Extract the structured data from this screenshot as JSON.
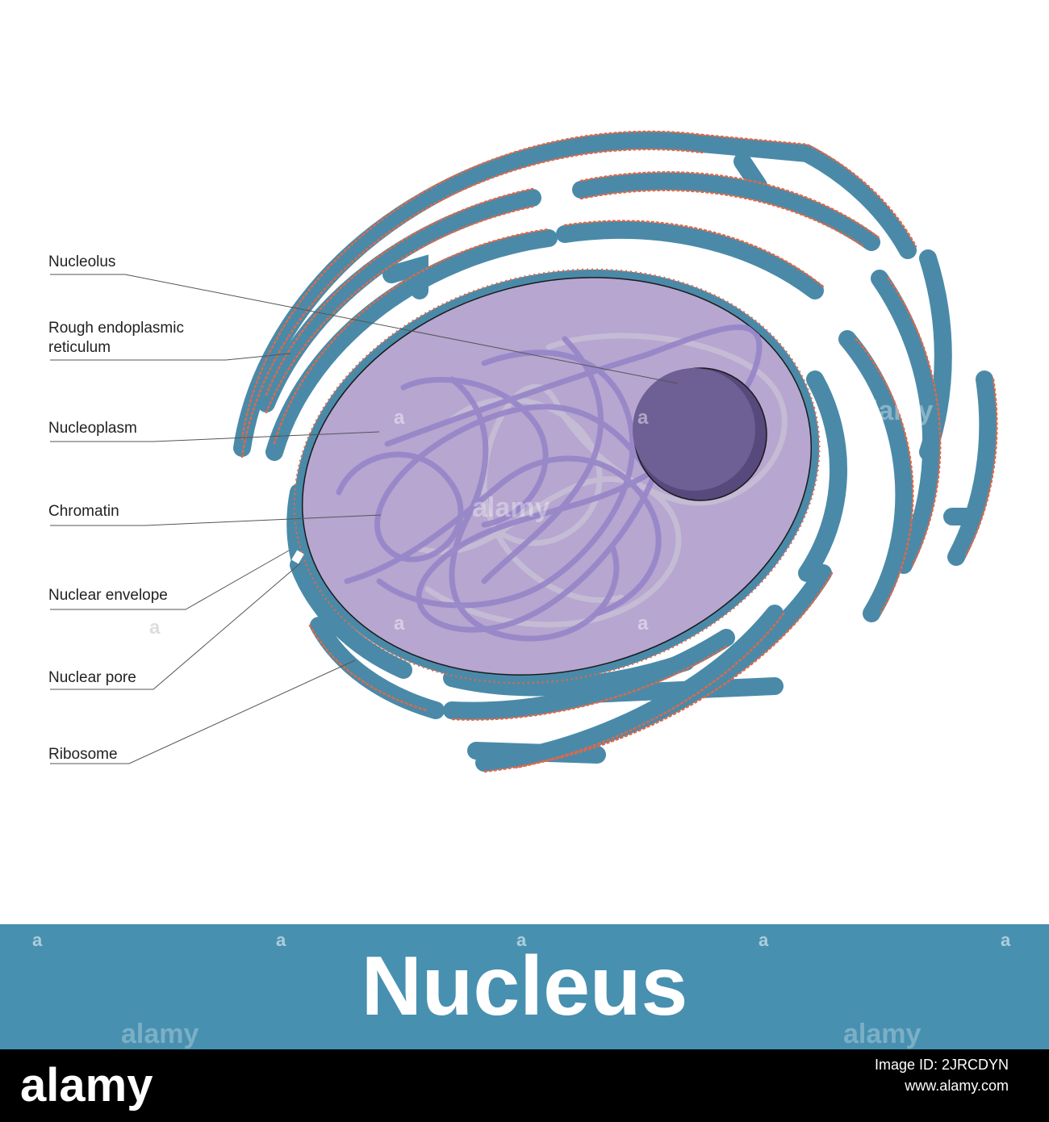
{
  "title": "Nucleus",
  "labels": [
    {
      "id": "nucleolus",
      "text": "Nucleolus"
    },
    {
      "id": "rer",
      "text": "Rough endoplasmic reticulum"
    },
    {
      "id": "nucleoplasm",
      "text": "Nucleoplasm"
    },
    {
      "id": "chromatin",
      "text": "Chromatin"
    },
    {
      "id": "envelope",
      "text": "Nuclear envelope"
    },
    {
      "id": "pore",
      "text": "Nuclear pore"
    },
    {
      "id": "ribosome",
      "text": "Ribosome"
    }
  ],
  "rer_label_lines": [
    "Rough endoplasmic",
    "reticulum"
  ],
  "watermark": {
    "brand": "alamy",
    "mark": "a"
  },
  "footer": {
    "logo": "alamy",
    "image_id": "Image ID: 2JRCDYN",
    "url": "www.alamy.com"
  },
  "colors": {
    "er": "#4a8aa8",
    "ribosome": "#e06848",
    "nucleoplasm": "#b6a6d0",
    "nucleolus": "#6e5f95",
    "chromatin": "#9685c8",
    "title_bar": "#4890b0"
  }
}
